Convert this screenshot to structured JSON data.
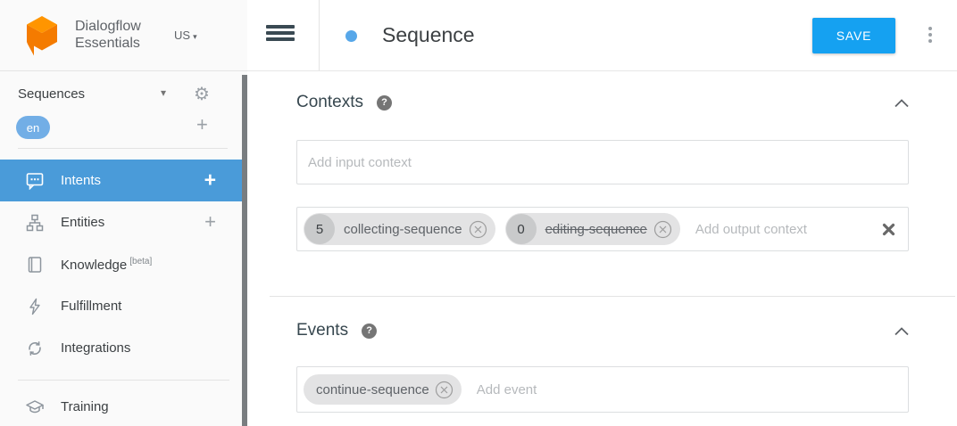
{
  "brand": {
    "line1": "Dialogflow",
    "line2": "Essentials",
    "region": "US"
  },
  "sidebar": {
    "agent_name": "Sequences",
    "language": "en",
    "items": [
      {
        "label": "Intents"
      },
      {
        "label": "Entities"
      },
      {
        "label": "Knowledge",
        "badge": "[beta]"
      },
      {
        "label": "Fulfillment"
      },
      {
        "label": "Integrations"
      },
      {
        "label": "Training"
      }
    ]
  },
  "header": {
    "title": "Sequence",
    "save_label": "SAVE"
  },
  "contexts": {
    "heading": "Contexts",
    "input_placeholder": "Add input context",
    "output_placeholder": "Add output context",
    "output_chips": [
      {
        "lifespan": "5",
        "name": "collecting-sequence"
      },
      {
        "lifespan": "0",
        "name": "editing-sequence",
        "strikethrough": true
      }
    ]
  },
  "events": {
    "heading": "Events",
    "chip_name": "continue-sequence",
    "placeholder": "Add event"
  },
  "icons": {
    "gear": "⚙",
    "caret_down": "▾",
    "add": "+",
    "help": "?"
  },
  "colors": {
    "active_item_blue": "#4a9bd9",
    "language_badge_blue": "#72aee6",
    "intent_dot_blue": "#57a7e9",
    "save_button_blue": "#15a1f1",
    "logo_orange_top": "#ff9500",
    "logo_orange_body": "#f47b00"
  }
}
